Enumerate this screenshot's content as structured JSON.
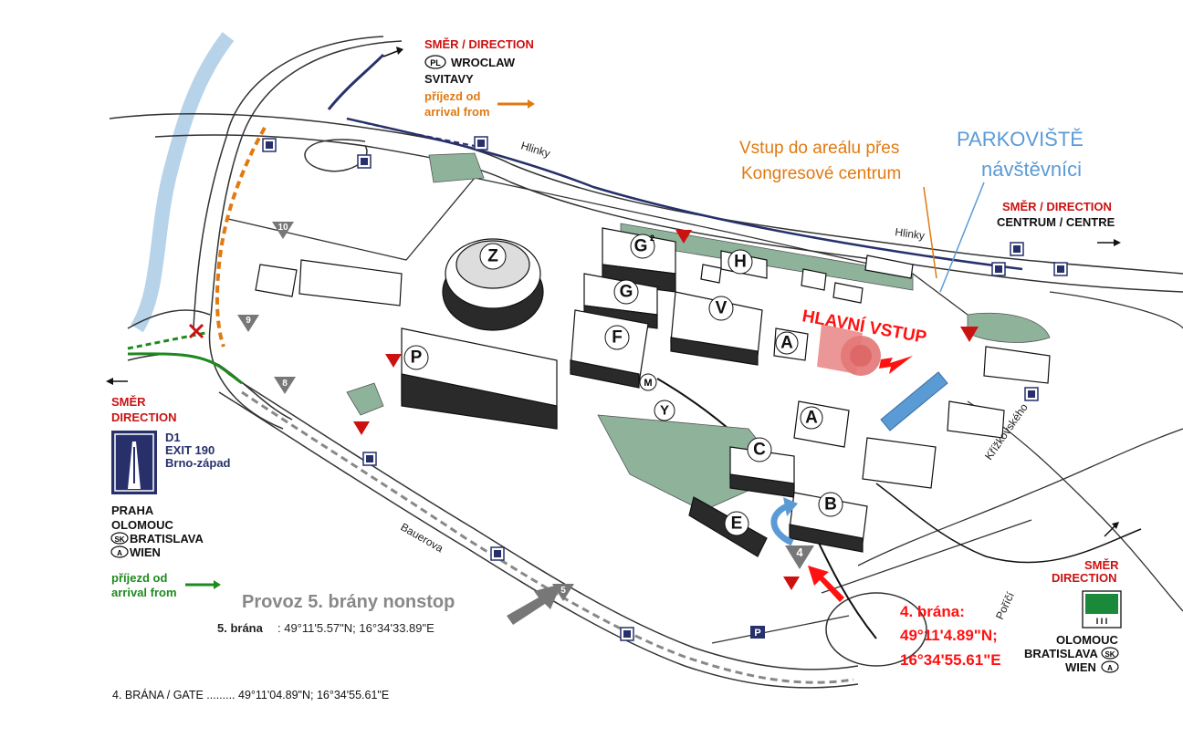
{
  "directions": {
    "nw": {
      "heading": "SMĚR / DIRECTION",
      "badge": "PL",
      "line1": "WROCLAW",
      "line2": "SVITAVY",
      "arrival1": "příjezd od",
      "arrival2": "arrival from"
    },
    "ne": {
      "heading": "SMĚR / DIRECTION",
      "line1": "CENTRUM / CENTRE"
    },
    "west": {
      "heading1": "SMĚR",
      "heading2": "DIRECTION",
      "motorway": "D1",
      "exit": "EXIT 190",
      "exit_name": "Brno-západ",
      "city1": "PRAHA",
      "city2": "OLOMOUC",
      "badge_sk": "SK",
      "city3": "BRATISLAVA",
      "badge_a": "A",
      "city4": "WIEN",
      "arrival1": "příjezd od",
      "arrival2": "arrival from"
    },
    "se": {
      "heading1": "SMĚR",
      "heading2": "DIRECTION",
      "city1": "OLOMOUC",
      "city2": "BRATISLAVA",
      "badge_sk": "SK",
      "city3": "WIEN",
      "badge_a": "A",
      "sign_text": "I I I"
    }
  },
  "annotations": {
    "entrance_line1": "Vstup do areálu přes",
    "entrance_line2": "Kongresové centrum",
    "parking_line1": "PARKOVIŠTĚ",
    "parking_line2": "návštěvníci",
    "main_entrance": "HLAVNÍ VSTUP",
    "gate5_title": "Provoz 5. brány nonstop",
    "gate5_label": "5. brána",
    "gate5_coords": ": 49°11'5.57\"N; 16°34'33.89\"E",
    "gate4_line1": "4. brána:",
    "gate4_line2": "49°11'4.89\"N;",
    "gate4_line3": "16°34'55.61\"E",
    "footer": "4. BRÁNA / GATE ......... 49°11'04.89\"N; 16°34'55.61\"E"
  },
  "streets": {
    "north": "Hlinky",
    "north2": "Hlinky",
    "west": "Bauerova",
    "east": "Křížkovského",
    "south": "Poříčí"
  },
  "buildings": {
    "z": "Z",
    "g2": "G",
    "g2_sup": "2",
    "g": "G",
    "h": "H",
    "v": "V",
    "f": "F",
    "p": "P",
    "a1": "A",
    "a2": "A",
    "m": "M",
    "y": "Y",
    "c": "C",
    "b": "B",
    "e": "E"
  },
  "gates": {
    "g10": "10",
    "g9": "9",
    "g8": "8",
    "g5": "5",
    "g4": "4"
  },
  "icons": [
    "parking-icon",
    "gate-triangle-icon",
    "exit-red-triangle-icon",
    "motorway-sign-icon",
    "blocked-x-icon",
    "direction-arrow-icon"
  ],
  "colors": {
    "red": "#cc1111",
    "navy": "#27306b",
    "orange": "#e07a12",
    "green": "#1e8a1e",
    "light_blue": "#5b9bd5",
    "river": "#b7d3ea",
    "park": "#8fb39a",
    "gray": "#888888"
  }
}
